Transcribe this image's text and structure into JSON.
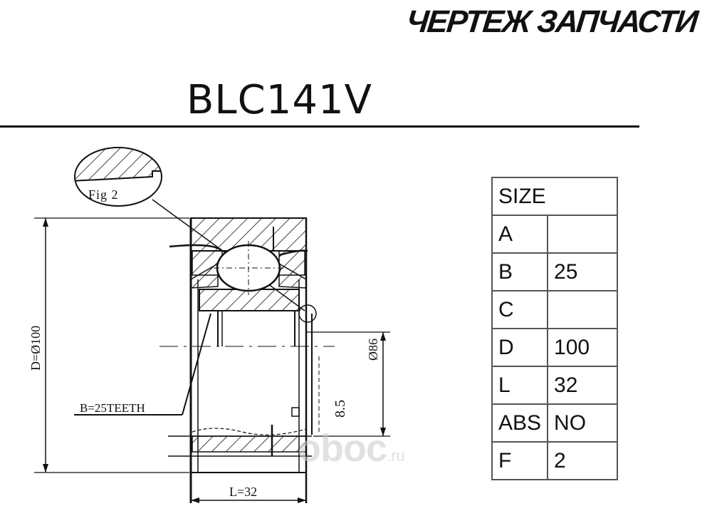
{
  "header": {
    "title": "ЧЕРТЕЖ ЗАПЧАСТИ",
    "part_number": "BLC141V"
  },
  "drawing": {
    "fig_label": "Fig 2",
    "outer_diameter_label": "D=Ø100",
    "spline_label": "B=25TEETH",
    "inner_diameter_label": "Ø86",
    "depth_label": "8.5",
    "length_label": "L=32"
  },
  "size_table": {
    "title": "SIZE",
    "rows": [
      {
        "key": "A",
        "value": ""
      },
      {
        "key": "B",
        "value": "25"
      },
      {
        "key": "C",
        "value": ""
      },
      {
        "key": "D",
        "value": "100"
      },
      {
        "key": "L",
        "value": "32"
      },
      {
        "key": "ABS",
        "value": "NO"
      },
      {
        "key": "F",
        "value": "2"
      }
    ]
  },
  "watermark": {
    "brand": "oboc",
    "tld": ".ru"
  }
}
